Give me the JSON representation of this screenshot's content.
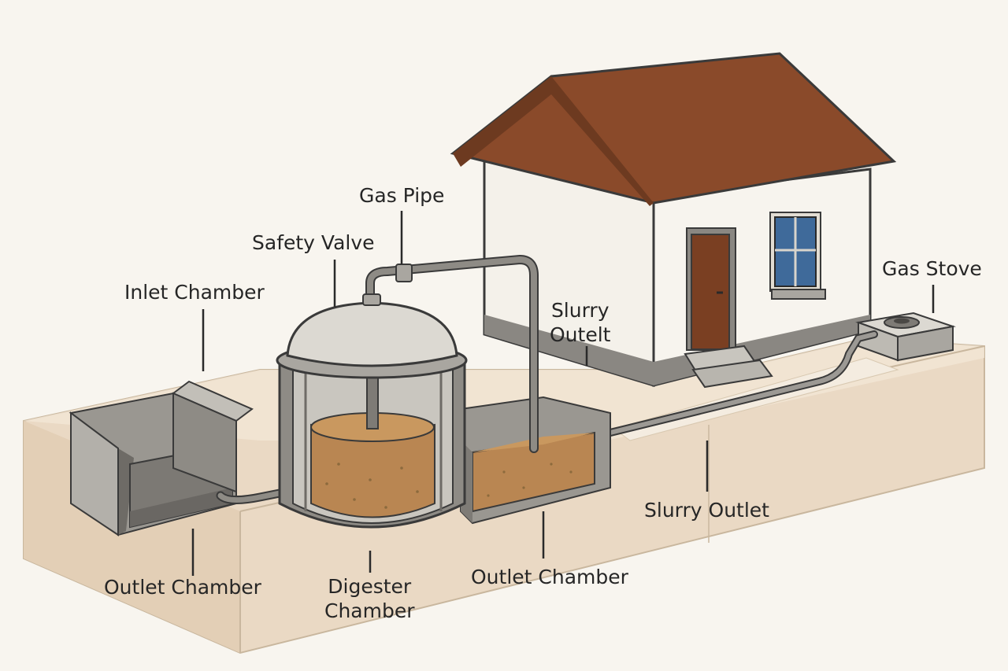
{
  "labels": {
    "gas_pipe": "Gas Pipe",
    "safety_valve": "Safety Valve",
    "inlet_chamber": "Inlet Chamber",
    "slurry_outlet_top_line1": "Slurry",
    "slurry_outlet_top_line2": "Outelt",
    "gas_stove": "Gas Stove",
    "slurry_outlet": "Slurry Outlet",
    "outlet_chamber_left": "Outlet Chamber",
    "digester_chamber_line1": "Digester",
    "digester_chamber_line2": "Chamber",
    "outlet_chamber_right": "Outlet Chamber"
  },
  "colors": {
    "background": "#f8f5ef",
    "ground": "#ead9c4",
    "roof": "#8a4a2a",
    "wall": "#f4f1ea",
    "concrete": "#a9a6a0",
    "slurry": "#b98652",
    "window": "#3f6a9a",
    "door": "#7a3f22",
    "outline": "#3a3a3a"
  }
}
